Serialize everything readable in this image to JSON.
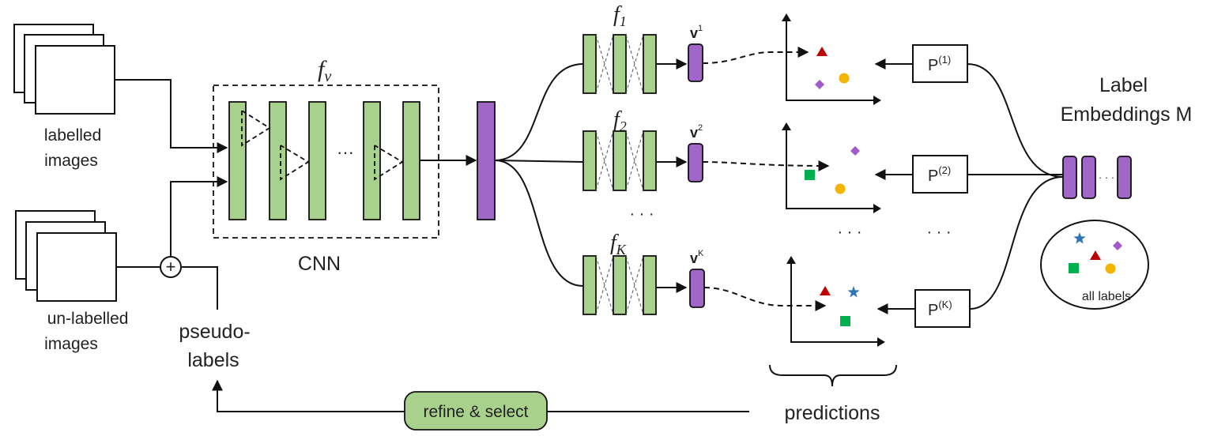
{
  "labels": {
    "labelled_images": [
      "labelled",
      "images"
    ],
    "unlabelled_images": [
      "un-labelled",
      "images"
    ],
    "pseudo_labels": [
      "pseudo-",
      "labels"
    ],
    "fv_main": "f",
    "fv_sub": "v",
    "cnn": "CNN",
    "cnn_ellipsis": "···",
    "branch_ellipsis": "· · ·",
    "f1_main": "f",
    "f1_sub": "1",
    "f2_main": "f",
    "f2_sub": "2",
    "fk_main": "f",
    "fk_sub": "K",
    "v1_main": "v",
    "v1_sup": "1",
    "v2_main": "v",
    "v2_sup": "2",
    "vk_main": "v",
    "vk_sup": "K",
    "p1_main": "P",
    "p1_sup": "(1)",
    "p2_main": "P",
    "p2_sup": "(2)",
    "pk_main": "P",
    "pk_sup": "(K)",
    "plot_ellipsis": "· · ·",
    "proj_ellipsis": "· · ·",
    "label_embeddings": [
      "Label",
      "Embeddings M"
    ],
    "embed_ellipsis": "· · ·",
    "all_labels": "all labels",
    "predictions": "predictions",
    "refine_select": "refine & select",
    "plus": "+"
  },
  "colors": {
    "green": "#a9d18e",
    "purple": "#a066c8",
    "red_triangle": "#c00000",
    "purple_diamond": "#a259c9",
    "yellow_circle": "#f4b400",
    "green_square": "#00b050",
    "blue_star": "#2e75b6"
  },
  "icons": {
    "triangle": "triangle-icon",
    "diamond": "diamond-icon",
    "circle": "circle-icon",
    "square": "square-icon",
    "star": "star-icon"
  }
}
